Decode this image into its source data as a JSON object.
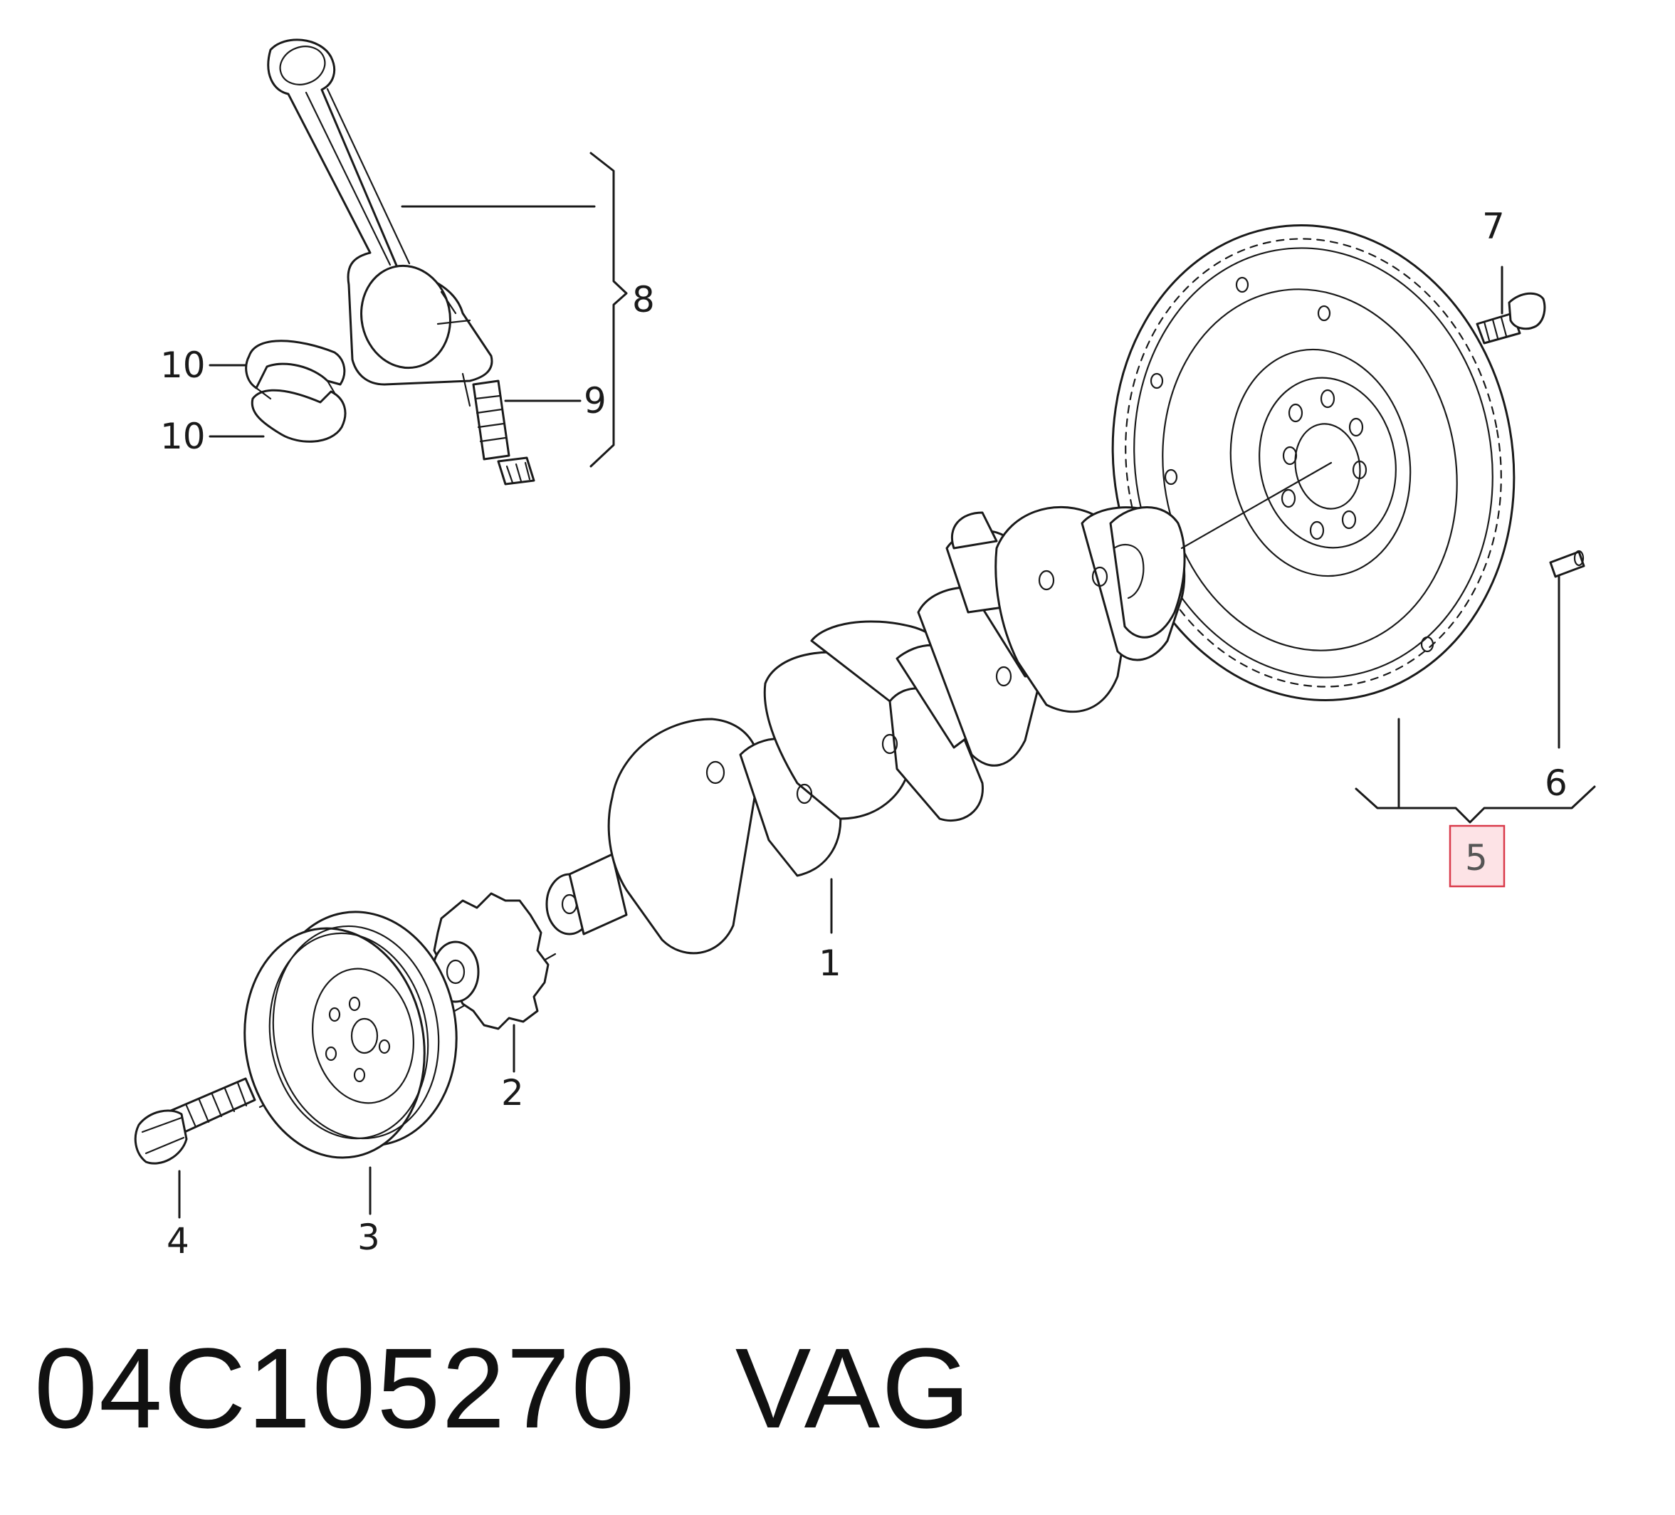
{
  "diagram": {
    "callouts": {
      "c1": "1",
      "c2": "2",
      "c3": "3",
      "c4": "4",
      "c5": "5",
      "c6": "6",
      "c7": "7",
      "c8": "8",
      "c9": "9",
      "c10a": "10",
      "c10b": "10"
    },
    "highlighted_callout": "5",
    "highlight_color": "#fde3e6",
    "highlight_border": "#d93a4a"
  },
  "footer": {
    "part_number": "04C105270",
    "brand": "VAG"
  }
}
